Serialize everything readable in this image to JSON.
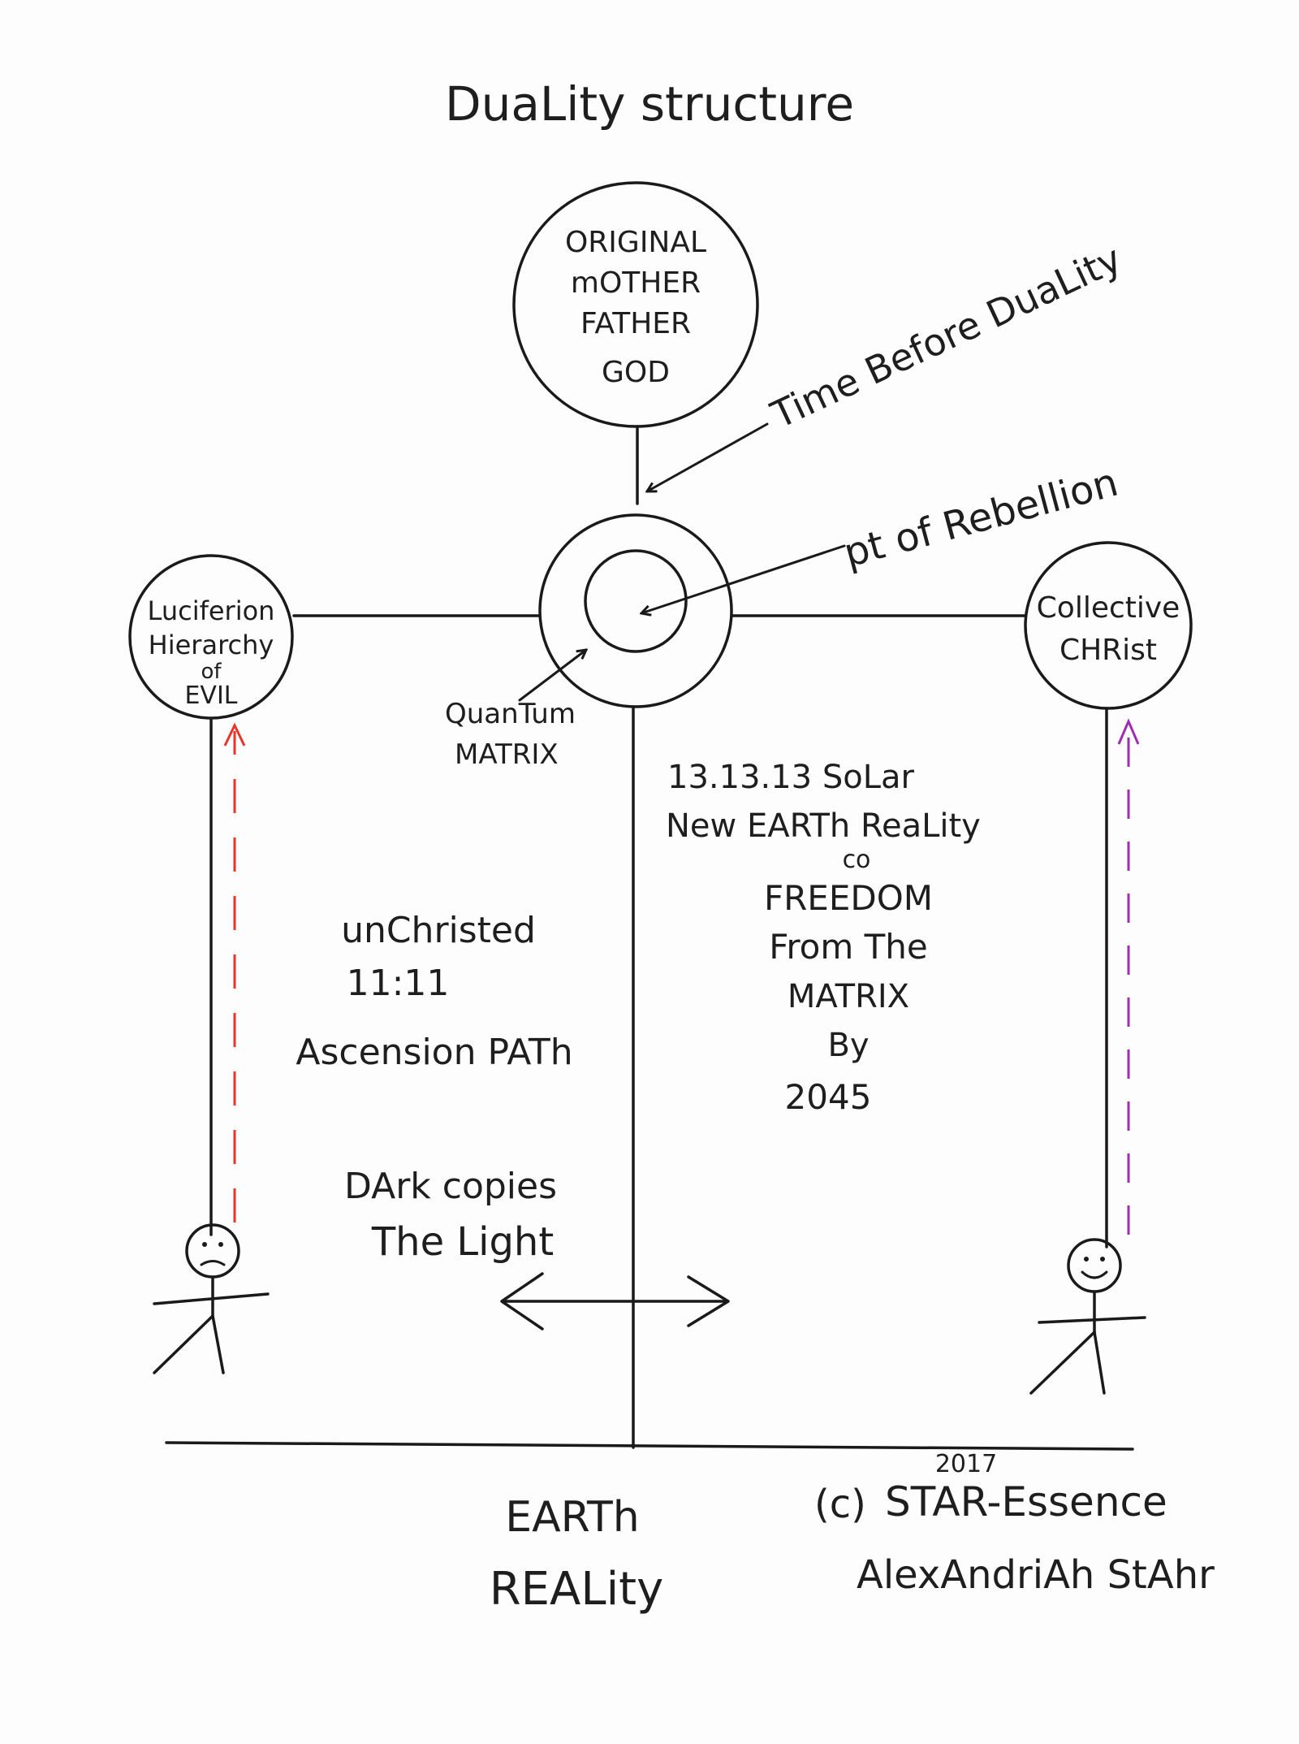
{
  "title": "DuaLity structure",
  "nodes": {
    "god": [
      "ORIGINAL",
      "mOTHER",
      "FATHER",
      "GOD"
    ],
    "lucifer": [
      "Luciferion",
      "Hierarchy",
      "of",
      "EVIL"
    ],
    "christ": [
      "Collective",
      "CHRist"
    ]
  },
  "annotations": {
    "time_before": "Time Before DuaLity",
    "rebellion": "pt of Rebellion",
    "quantum": [
      "QuanTum",
      "MATRIX"
    ],
    "solar": [
      "13.13.13 SoLar",
      "New EARTh ReaLity",
      "co",
      "FREEDOM",
      "From The",
      "MATRIX",
      "By",
      "2045"
    ],
    "unchristed": [
      "unChristed",
      "11:11",
      "Ascension PATh"
    ],
    "dark_copies": [
      "DArk copies",
      "The Light"
    ],
    "earth": [
      "EARTh",
      "REALity"
    ],
    "copyright_year": "2017",
    "copyright_mark": "(c)",
    "copyright_name": "STAR-Essence",
    "author": "AlexAndriAh StAhr"
  },
  "colors": {
    "ink": "#1a1a1a",
    "red_arrow": "#e8342a",
    "purple_arrow": "#a02cb4"
  }
}
